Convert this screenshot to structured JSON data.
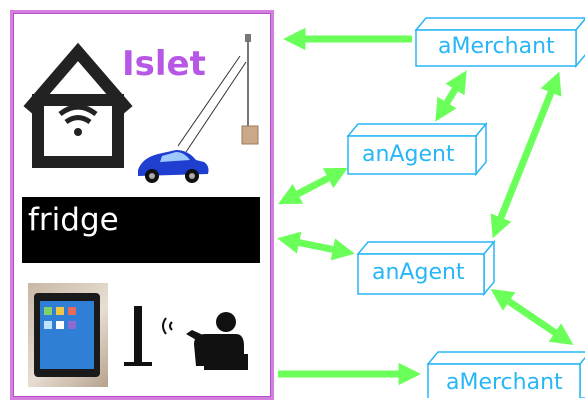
{
  "islet": {
    "title": "Islet",
    "fridge_label": "fridge"
  },
  "nodes": {
    "merchant_top": "aMerchant",
    "agent_upper": "anAgent",
    "agent_lower": "anAgent",
    "merchant_bottom": "aMerchant"
  },
  "colors": {
    "arrow": "#6bff5a",
    "node_outline": "#29b6f6",
    "islet_border": "#d47fe0",
    "islet_title": "#b657e6"
  }
}
